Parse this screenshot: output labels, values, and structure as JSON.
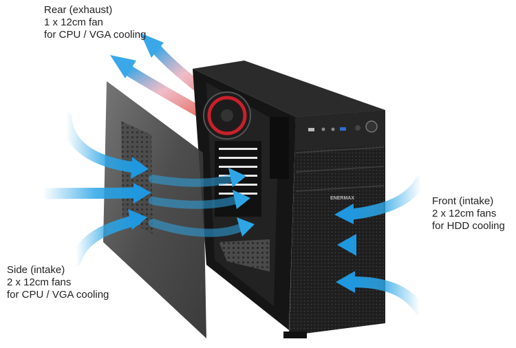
{
  "labels": {
    "rear": {
      "line1": "Rear (exhaust)",
      "line2": "1 x 12cm fan",
      "line3": "for CPU / VGA cooling"
    },
    "side": {
      "line1": "Side (intake)",
      "line2": "2 x 12cm fans",
      "line3": "for CPU / VGA cooling"
    },
    "front": {
      "line1": "Front (intake)",
      "line2": "2 x 12cm fans",
      "line3": "for HDD cooling"
    }
  },
  "case": {
    "brand": "ENERMAX"
  },
  "colors": {
    "airflow_cool": "#2ea6e6",
    "airflow_warm": "#e25a4a",
    "case_body": "#1b1b1b",
    "side_panel": "#4a4a4a",
    "fan_accent": "#c8202a"
  }
}
